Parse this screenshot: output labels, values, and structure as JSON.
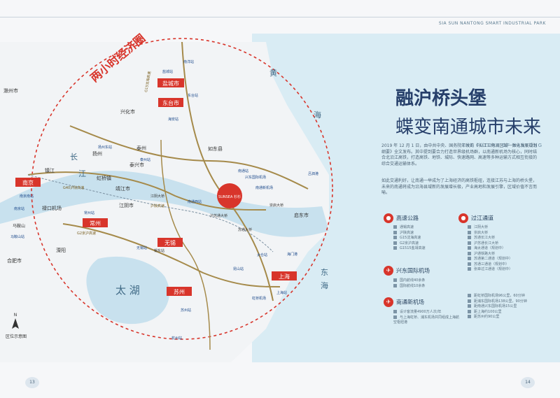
{
  "header": {
    "brand": "SIA SUN NANTONG SMART INDUSTRIAL PARK"
  },
  "title": {
    "line1": "融沪桥头堡",
    "line2": "蝶变南通城市未来",
    "subtitle": "THE FUTURE OF NANTONG"
  },
  "paragraph1": "2019 年 12 月 1 日，由中共中央、国务院印发的《长江三角洲区域一体化发展规划纲要》全文发布。其中提到要合力打造世界级机场群，以南通新机场为核心，同时结合北沿江高铁，打造高铁、地铁、城际、快速路网、高速等多种运输方式相互衔接的综合交通运输体系。",
  "paragraph2": "如此交通利好，让南通一举成为了上海经济的高铁枢纽，连接江苏与上海的桥头堡，未来的南通将成为沿海县域新的发展增长极，产业高地和发展引擎，区域价值不言而喻。",
  "map": {
    "circle_label": "两小时经济圈",
    "lake_label": "太 湖",
    "river_chars": [
      "长",
      "江"
    ],
    "sea_chars": [
      "黄",
      "海"
    ],
    "east_sea_chars": [
      "东",
      "海"
    ],
    "compass_label": "区位示意图",
    "hub_label": "SUNSEA 杉杉",
    "red_cities": [
      "盐城市",
      "东台市",
      "南京",
      "常州",
      "无锡",
      "苏州",
      "上海"
    ],
    "cities": [
      "兴化市",
      "扬州",
      "泰州",
      "镇江",
      "泰兴市",
      "虹桥镇",
      "靖江市",
      "江阴市",
      "如东县",
      "启东市",
      "溧阳",
      "马鞍山",
      "禄口机场",
      "滁州市",
      "合肥市",
      "锡东站"
    ],
    "stations": [
      "盐城站",
      "南洋站",
      "东台站",
      "海安站",
      "泰州站",
      "扬州东站",
      "南京南站",
      "常州站",
      "无锡站",
      "苏州站",
      "上海站",
      "南通西站",
      "南通站",
      "兴东国际机场",
      "南通新机场",
      "昆山站",
      "太仓站",
      "虹桥机场",
      "杭州站",
      "海门港",
      "吕泗港",
      "南京站",
      "马鞍山站"
    ],
    "road_labels": [
      "G15沈海高速",
      "G2京沪高速",
      "沪陕高速",
      "G40沪陕高速"
    ],
    "bridge_labels": [
      "苏通大桥",
      "崇启大桥",
      "沪苏通大桥",
      "江阴大桥"
    ]
  },
  "sections": {
    "highway": {
      "title": "高速公路",
      "items": [
        "通锡高速",
        "沪陕高速",
        "G15沈海高速",
        "G2京沪高速",
        "G1515盐靖高速"
      ]
    },
    "crossing": {
      "title": "过江通道",
      "items": [
        "江阴大桥",
        "崇启大桥",
        "苏通长江大桥",
        "沪苏通长江大桥",
        "海太通道（规划中）",
        "沪通铁路大桥",
        "苏通第二通道（规划中）",
        "苏通三通道（规划中）",
        "张皋过江通道（规划中）"
      ]
    },
    "xingdong": {
      "title": "兴东国际机场",
      "items": [
        "国内航线40余条",
        "国际航线10余条"
      ]
    },
    "new_airport": {
      "title": "南通新机场",
      "items": [
        "设计客流量4900万人次/年",
        "与上海虹桥、浦东机场共同组成上海航空枢纽港"
      ]
    },
    "distances": {
      "items": [
        "距虹桥国际机场96公里，60分钟",
        "距浦东国际机场138公里，90分钟",
        "距南通兴东国际机场15公里",
        "距上海约100公里",
        "距苏州约90公里"
      ]
    }
  },
  "pages": {
    "left": "13",
    "right": "14"
  },
  "colors": {
    "accent": "#d8352b",
    "navy": "#27406b",
    "road": "#a58a4a",
    "sea": "#d9ecf4",
    "land": "#f2f4f6"
  }
}
